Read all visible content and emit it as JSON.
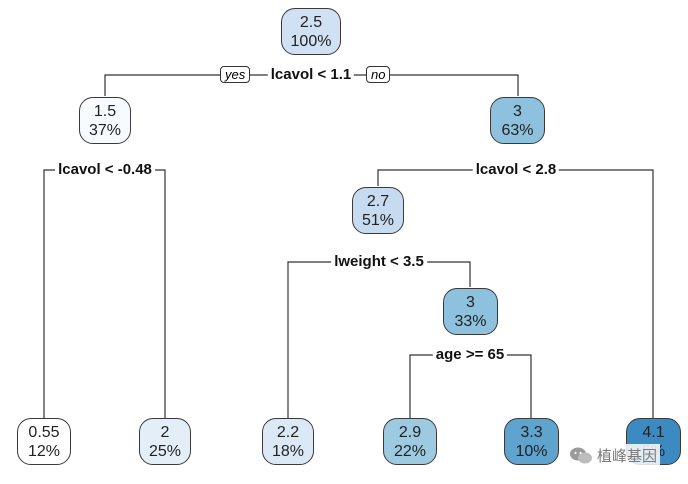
{
  "nodes": [
    {
      "id": "n1",
      "value": "2.5",
      "pct": "100%",
      "fill": "#cfe1f2"
    },
    {
      "id": "n2",
      "value": "1.5",
      "pct": "37%",
      "fill": "#f7fbff"
    },
    {
      "id": "n3",
      "value": "3",
      "pct": "63%",
      "fill": "#8dc1dd"
    },
    {
      "id": "n4",
      "value": "0.55",
      "pct": "12%",
      "fill": "#ffffff"
    },
    {
      "id": "n5",
      "value": "2",
      "pct": "25%",
      "fill": "#e3eef9"
    },
    {
      "id": "n6",
      "value": "2.7",
      "pct": "51%",
      "fill": "#c6dbef"
    },
    {
      "id": "n7",
      "value": "2.2",
      "pct": "18%",
      "fill": "#dbe9f6"
    },
    {
      "id": "n8",
      "value": "3",
      "pct": "33%",
      "fill": "#8dc1dd"
    },
    {
      "id": "n9",
      "value": "2.9",
      "pct": "22%",
      "fill": "#9ecae1"
    },
    {
      "id": "n10",
      "value": "3.3",
      "pct": "10%",
      "fill": "#5fa3cf"
    },
    {
      "id": "n11",
      "value": "4.1",
      "pct": "5%",
      "fill": "#3b8bc2"
    }
  ],
  "splits": [
    {
      "id": "s1",
      "label": "lcavol < 1.1"
    },
    {
      "id": "s2",
      "label": "lcavol < -0.48"
    },
    {
      "id": "s3",
      "label": "lcavol < 2.8"
    },
    {
      "id": "s4",
      "label": "lweight < 3.5"
    },
    {
      "id": "s5",
      "label": "age >= 65"
    }
  ],
  "branch_labels": {
    "yes": "yes",
    "no": "no"
  },
  "watermark": {
    "text": "植峰基因"
  }
}
